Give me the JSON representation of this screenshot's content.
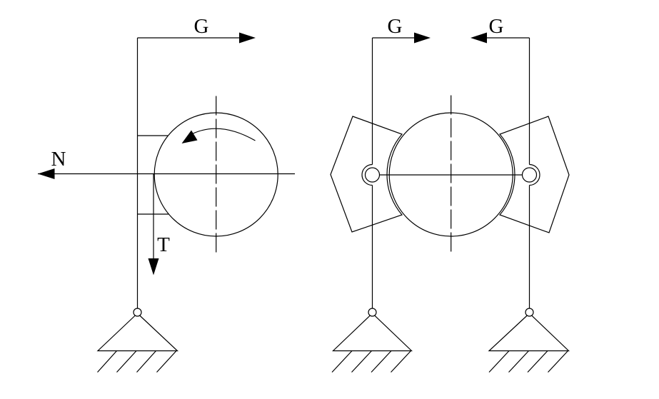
{
  "canvas": {
    "background": "#ffffff",
    "line_color": "#000000"
  },
  "left_figure": {
    "name": "single shoe brake with lever",
    "force_g_label": "G",
    "force_n_label": "N",
    "force_t_label": "T",
    "rotation_direction": "counterclockwise"
  },
  "right_figure": {
    "name": "double shoe pincer brake",
    "force_g_left_label": "G",
    "force_g_right_label": "G"
  }
}
